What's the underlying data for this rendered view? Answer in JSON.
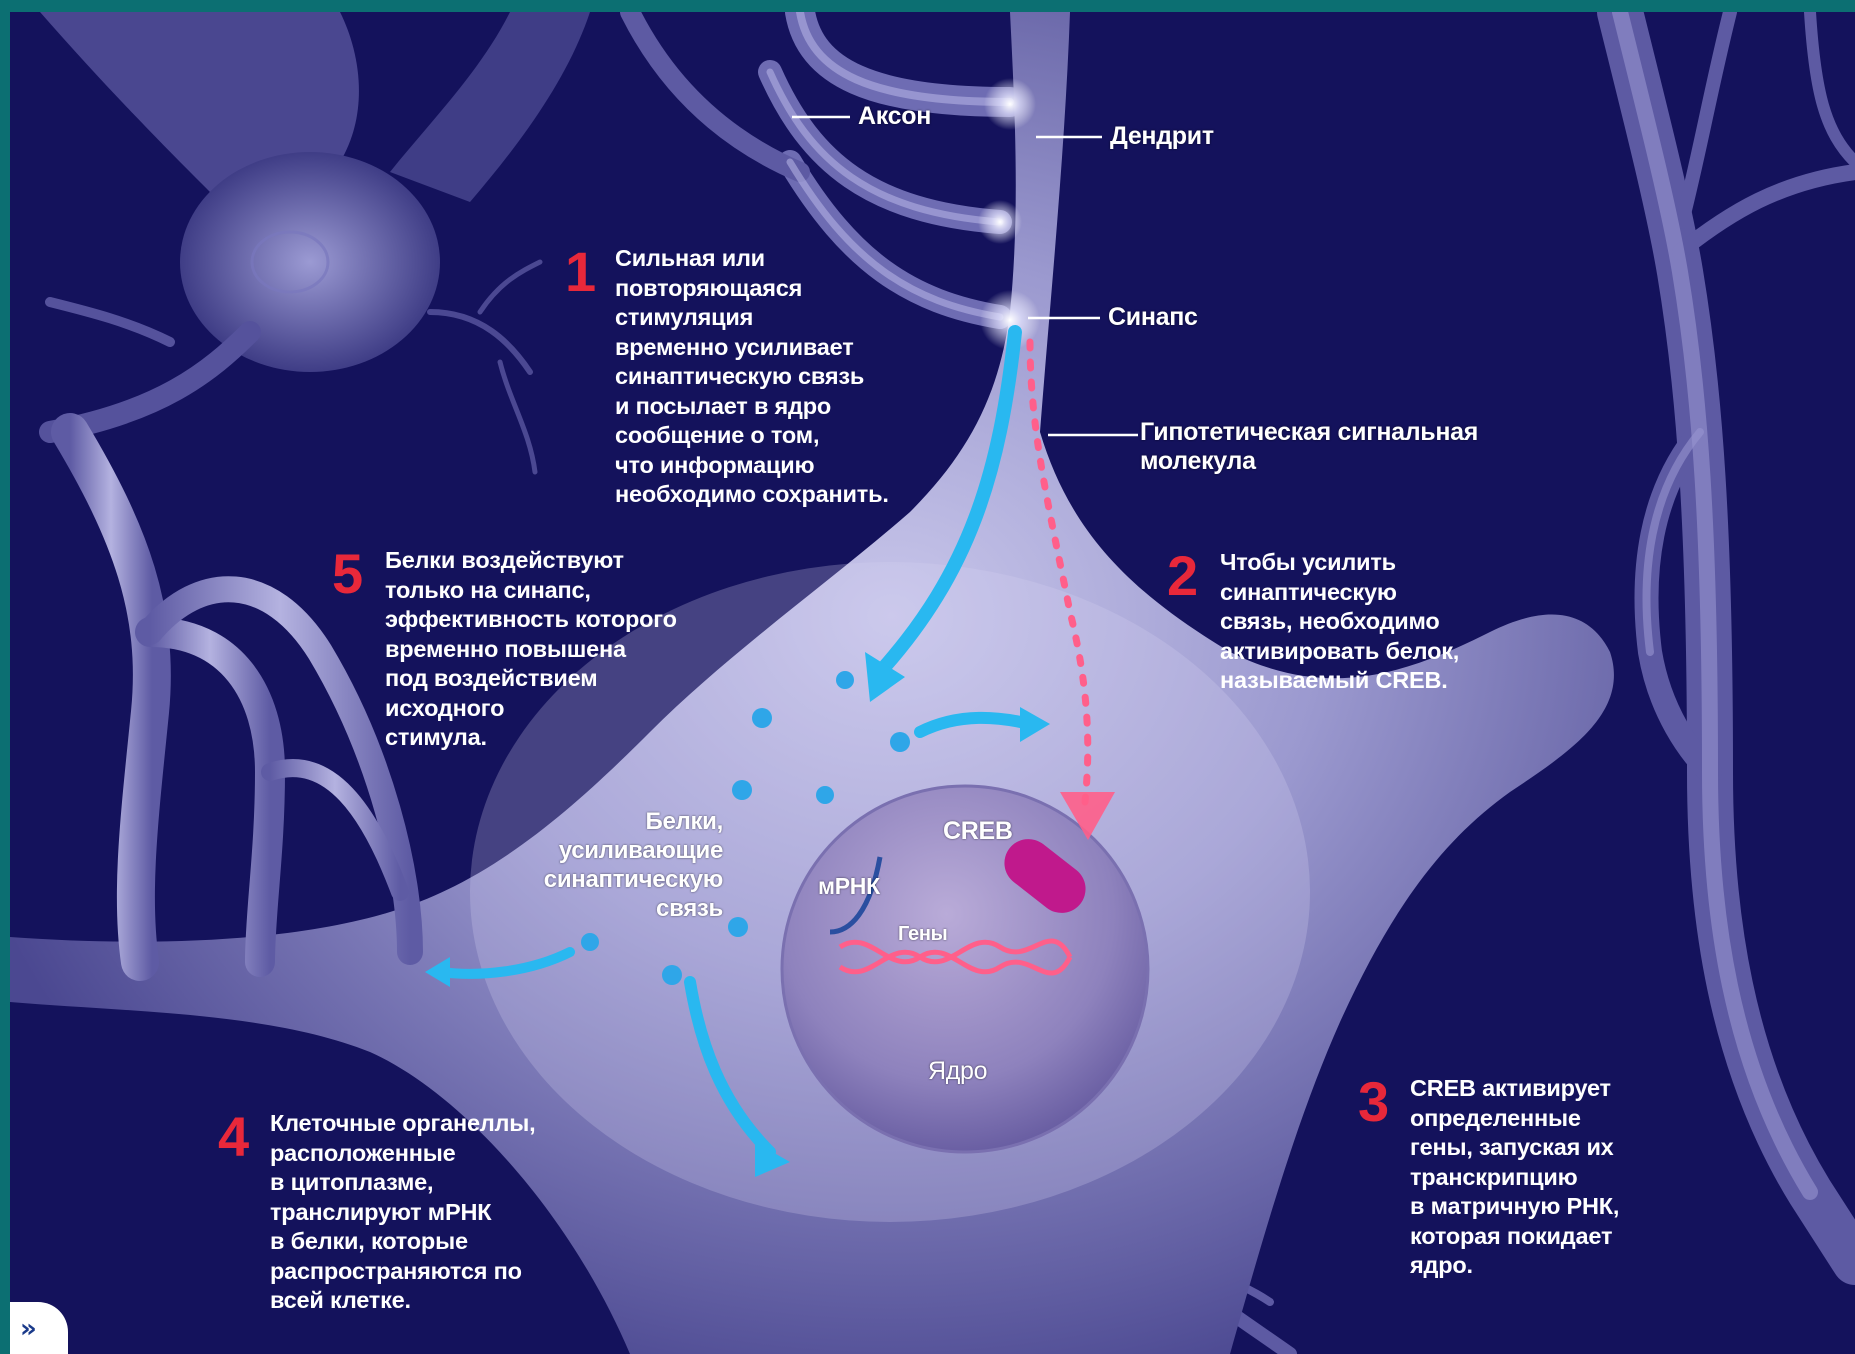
{
  "labels": {
    "axon": "Аксон",
    "dendrite": "Дендрит",
    "synapse": "Синапс",
    "signal_molecule": "Гипотетическая сигнальная\nмолекула",
    "creb": "CREB",
    "mrna": "мРНК",
    "genes": "Гены",
    "nucleus": "Ядро",
    "proteins": "Белки,\nусиливающие\nсинаптическую\nсвязь"
  },
  "steps": [
    {
      "number": "1",
      "text": "Сильная или\nповторяющаяся\nстимуляция\nвременно усиливает\nсинаптическую связь\nи посылает в ядро\nсообщение о том,\nчто информацию\nнеобходимо сохранить."
    },
    {
      "number": "2",
      "text": "Чтобы усилить\nсинаптическую\nсвязь, необходимо\nактивировать белок,\nназываемый CREB."
    },
    {
      "number": "3",
      "text": "CREB активирует\nопределенные\nгены, запуская их\nтранскрипцию\nв матричную РНК,\nкоторая покидает\nядро."
    },
    {
      "number": "4",
      "text": "Клеточные органеллы,\nрасположенные\nв цитоплазме,\nтранслируют мРНК\nв белки, которые\nраспространяются по\nвсей клетке."
    },
    {
      "number": "5",
      "text": "Белки воздействуют\nтолько на синапс,\nэффективность которого\nвременно повышена\nпод воздействием\nисходного\nстимула."
    }
  ],
  "colors": {
    "background": "#14125c",
    "frame": "#0c6f72",
    "neuron": "#a7a6d6",
    "step_number": "#e8283a",
    "signal_arrow": "#ff5f8a",
    "transport_arrow": "#29b8f0",
    "creb_protein": "#c0198c"
  },
  "icons": {
    "nav": "double-chevron-right-icon"
  }
}
